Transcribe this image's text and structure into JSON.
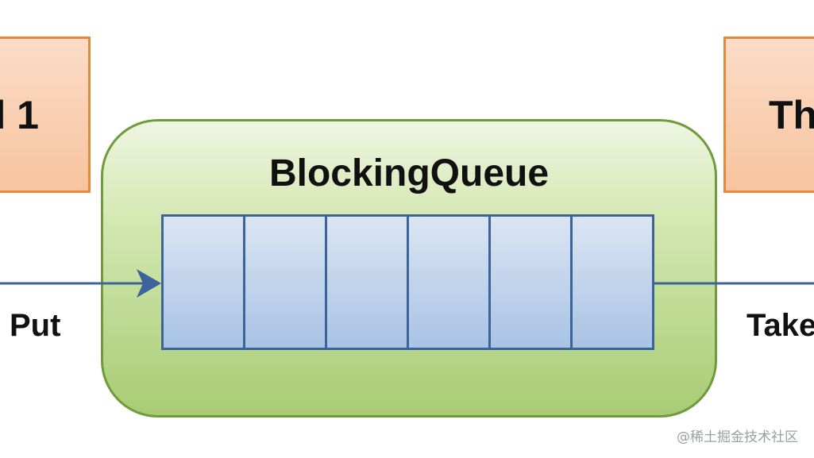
{
  "left_thread": {
    "label": "d 1"
  },
  "right_thread": {
    "label": "Th"
  },
  "queue": {
    "title": "BlockingQueue",
    "slot_count": 6
  },
  "operations": {
    "put_label": "Put",
    "take_label": "Take"
  },
  "watermark": "@稀土掘金技术社区",
  "colors": {
    "thread_fill": "#f7c49d",
    "thread_border": "#e8883a",
    "queue_fill": "#a7cc74",
    "queue_border": "#6f9b3c",
    "slot_fill": "#a8c3e4",
    "slot_border": "#3c639a",
    "arrow": "#3c639a"
  }
}
